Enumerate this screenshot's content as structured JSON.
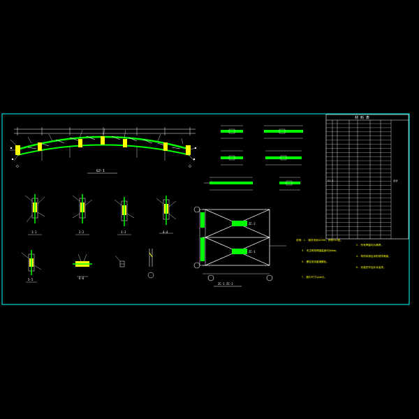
{
  "colors": {
    "background": "#000000",
    "frame": "#00ffff",
    "member": "#00ff00",
    "line": "#ffffff",
    "annotation": "#ffff00",
    "dimension": "#ff3b3b"
  },
  "truss_title": "GJ-1",
  "bracing_title": "ZC-1 ZC-2",
  "brace_tag_upper": "ZC-2",
  "brace_tag_lower": "ZC-1",
  "table_title": "材 料 表",
  "table_side_label": "GJ-1",
  "table_total_label": "合计",
  "section_labels": [
    "1-1",
    "2-2",
    "3-3",
    "4-4",
    "5-5",
    "6-6"
  ],
  "notes": [
    "说明：1. 钢材采用Q235B，焊条E43型。",
    "2. 所有焊缝均为满焊。",
    "3. 未注明角焊缝高度均为6mm。",
    "4. 构件除锈后涂防锈漆两道。",
    "5. 螺栓采用普通螺栓。",
    "6. 安装完毕后补涂油漆。",
    "7. 图中尺寸以mm计。"
  ]
}
